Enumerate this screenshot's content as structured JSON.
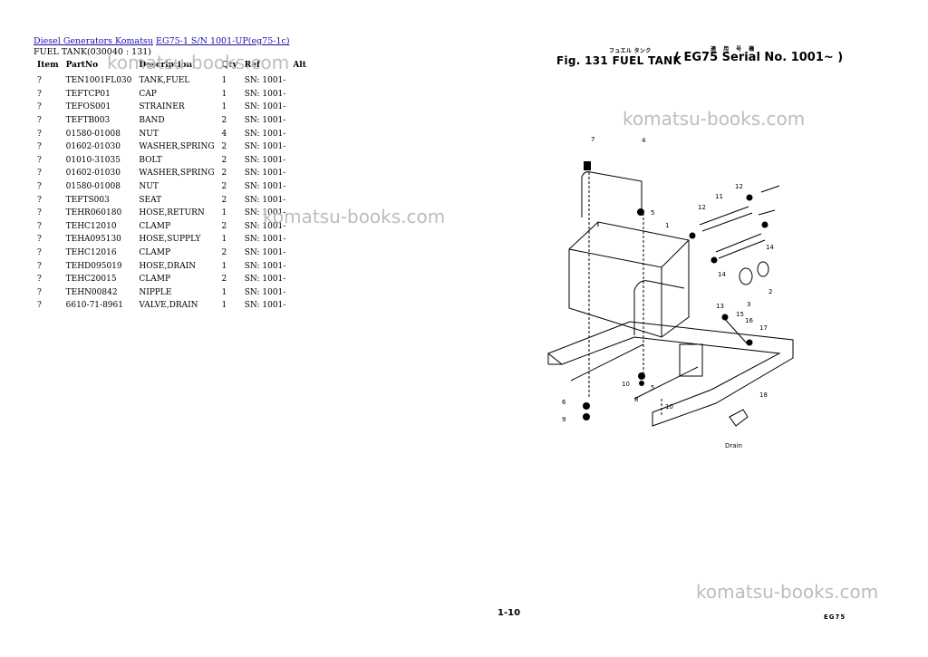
{
  "breadcrumb": {
    "link1": "Diesel Generators Komatsu",
    "link2": "EG75-1 S/N 1001-UP(eg75-1c)"
  },
  "subtitle": "FUEL TANK(030040 : 131)",
  "table": {
    "headers": [
      "Item",
      "PartNo",
      "Description",
      "Qty",
      "Ref",
      "Alt"
    ],
    "rows": [
      [
        "?",
        "TEN1001FL030",
        "TANK,FUEL",
        "1",
        "SN: 1001-"
      ],
      [
        "?",
        "TEFTCP01",
        "CAP",
        "1",
        "SN: 1001-"
      ],
      [
        "?",
        "TEFOS001",
        "STRAINER",
        "1",
        "SN: 1001-"
      ],
      [
        "?",
        "TEFTB003",
        "BAND",
        "2",
        "SN: 1001-"
      ],
      [
        "?",
        "01580-01008",
        "NUT",
        "4",
        "SN: 1001-"
      ],
      [
        "?",
        "01602-01030",
        "WASHER,SPRING",
        "2",
        "SN: 1001-"
      ],
      [
        "?",
        "01010-31035",
        "BOLT",
        "2",
        "SN: 1001-"
      ],
      [
        "?",
        "01602-01030",
        "WASHER,SPRING",
        "2",
        "SN: 1001-"
      ],
      [
        "?",
        "01580-01008",
        "NUT",
        "2",
        "SN: 1001-"
      ],
      [
        "?",
        "TEFTS003",
        "SEAT",
        "2",
        "SN: 1001-"
      ],
      [
        "?",
        "TEHR060180",
        "HOSE,RETURN",
        "1",
        "SN: 1001-"
      ],
      [
        "?",
        "TEHC12010",
        "CLAMP",
        "2",
        "SN: 1001-"
      ],
      [
        "?",
        "TEHA095130",
        "HOSE,SUPPLY",
        "1",
        "SN: 1001-"
      ],
      [
        "?",
        "TEHC12016",
        "CLAMP",
        "2",
        "SN: 1001-"
      ],
      [
        "?",
        "TEHD095019",
        "HOSE,DRAIN",
        "1",
        "SN: 1001-"
      ],
      [
        "?",
        "TEHC20015",
        "CLAMP",
        "2",
        "SN: 1001-"
      ],
      [
        "?",
        "TEHN00842",
        "NIPPLE",
        "1",
        "SN: 1001-"
      ],
      [
        "?",
        "6610-71-8961",
        "VALVE,DRAIN",
        "1",
        "SN: 1001-"
      ]
    ]
  },
  "watermark": "komatsu-books.com",
  "figure": {
    "title": "Fig. 131   FUEL TANK",
    "title_jp": "フュエル タンク",
    "serial": "( EG75 Serial No. 1001~ )",
    "serial_jp": "適 用 号 機",
    "callouts": [
      "7",
      "4",
      "5",
      "1",
      "11",
      "12",
      "12",
      "14",
      "14",
      "2",
      "3",
      "13",
      "16",
      "15",
      "17",
      "10",
      "10",
      "6",
      "5",
      "9",
      "8",
      "18"
    ],
    "drain_label": "Drain"
  },
  "footer": {
    "page": "1-10",
    "model": "EG75"
  }
}
